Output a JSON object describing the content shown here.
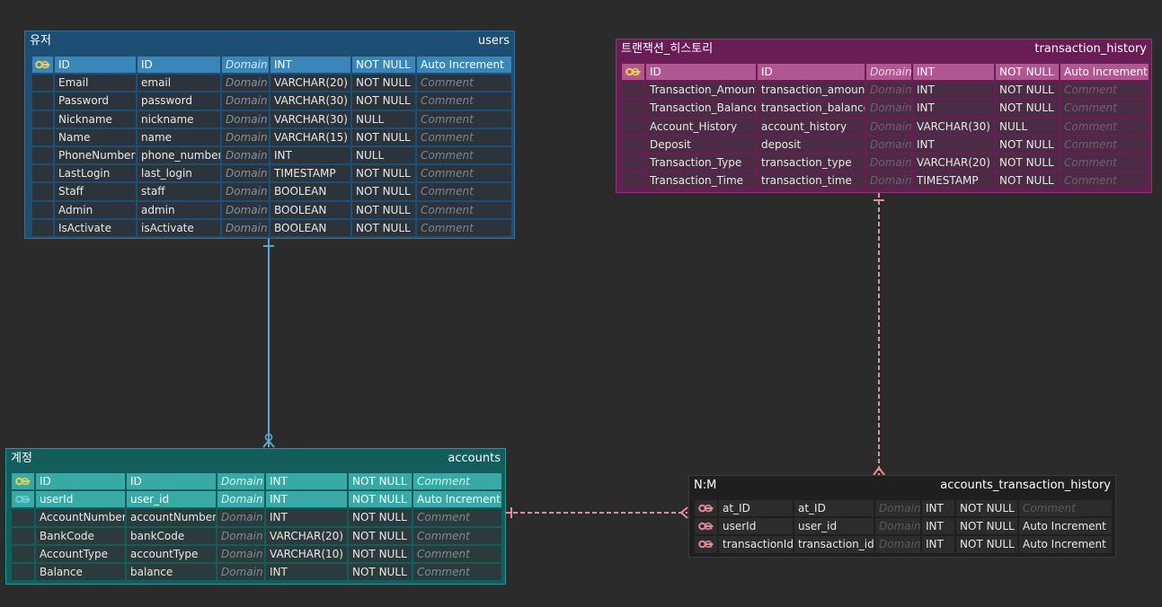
{
  "colors": {
    "background": "#2b2b2b",
    "users": "#1c4f73",
    "transaction_history": "#6a1c55",
    "accounts": "#135e5c",
    "accounts_transaction_history": "#1f1f1f",
    "relation_users_accounts": "#5aa9c9",
    "relation_history": "#e48f92",
    "key_primary": "#e7d24b",
    "key_foreign": "#63d6d0",
    "key_composite": "#e08b96"
  },
  "tables": {
    "users": {
      "logical_name": "유저",
      "physical_name": "users",
      "rows": [
        {
          "key": "primary",
          "logical": "ID",
          "physical": "ID",
          "domain": "Domain",
          "type": "INT",
          "null": "NOT NULL",
          "extra": "Auto Increment"
        },
        {
          "key": "",
          "logical": "Email",
          "physical": "email",
          "domain": "Domain",
          "type": "VARCHAR(20)",
          "null": "NOT NULL",
          "extra": "Comment"
        },
        {
          "key": "",
          "logical": "Password",
          "physical": "password",
          "domain": "Domain",
          "type": "VARCHAR(30)",
          "null": "NOT NULL",
          "extra": "Comment"
        },
        {
          "key": "",
          "logical": "Nickname",
          "physical": "nickname",
          "domain": "Domain",
          "type": "VARCHAR(30)",
          "null": "NULL",
          "extra": "Comment"
        },
        {
          "key": "",
          "logical": "Name",
          "physical": "name",
          "domain": "Domain",
          "type": "VARCHAR(15)",
          "null": "NOT NULL",
          "extra": "Comment"
        },
        {
          "key": "",
          "logical": "PhoneNumber",
          "physical": "phone_number",
          "domain": "Domain",
          "type": "INT",
          "null": "NULL",
          "extra": "Comment"
        },
        {
          "key": "",
          "logical": "LastLogin",
          "physical": "last_login",
          "domain": "Domain",
          "type": "TIMESTAMP",
          "null": "NOT NULL",
          "extra": "Comment"
        },
        {
          "key": "",
          "logical": "Staff",
          "physical": "staff",
          "domain": "Domain",
          "type": "BOOLEAN",
          "null": "NOT NULL",
          "extra": "Comment"
        },
        {
          "key": "",
          "logical": "Admin",
          "physical": "admin",
          "domain": "Domain",
          "type": "BOOLEAN",
          "null": "NOT NULL",
          "extra": "Comment"
        },
        {
          "key": "",
          "logical": "IsActivate",
          "physical": "isActivate",
          "domain": "Domain",
          "type": "BOOLEAN",
          "null": "NOT NULL",
          "extra": "Comment"
        }
      ]
    },
    "transaction_history": {
      "logical_name": "트랜잭션_히스토리",
      "physical_name": "transaction_history",
      "rows": [
        {
          "key": "primary",
          "logical": "ID",
          "physical": "ID",
          "domain": "Domain",
          "type": "INT",
          "null": "NOT NULL",
          "extra": "Auto Increment"
        },
        {
          "key": "",
          "logical": "Transaction_Amount",
          "physical": "transaction_amount",
          "domain": "Domain",
          "type": "INT",
          "null": "NOT NULL",
          "extra": "Comment"
        },
        {
          "key": "",
          "logical": "Transaction_Balance",
          "physical": "transaction_balance",
          "domain": "Domain",
          "type": "INT",
          "null": "NOT NULL",
          "extra": "Comment"
        },
        {
          "key": "",
          "logical": "Account_History",
          "physical": "account_history",
          "domain": "Domain",
          "type": "VARCHAR(30)",
          "null": "NULL",
          "extra": "Comment"
        },
        {
          "key": "",
          "logical": "Deposit",
          "physical": "deposit",
          "domain": "Domain",
          "type": "INT",
          "null": "NOT NULL",
          "extra": "Comment"
        },
        {
          "key": "",
          "logical": "Transaction_Type",
          "physical": "transaction_type",
          "domain": "Domain",
          "type": "VARCHAR(20)",
          "null": "NOT NULL",
          "extra": "Comment"
        },
        {
          "key": "",
          "logical": "Transaction_Time",
          "physical": "transaction_time",
          "domain": "Domain",
          "type": "TIMESTAMP",
          "null": "NOT NULL",
          "extra": "Comment"
        }
      ]
    },
    "accounts": {
      "logical_name": "계정",
      "physical_name": "accounts",
      "rows": [
        {
          "key": "primary",
          "logical": "ID",
          "physical": "ID",
          "domain": "Domain",
          "type": "INT",
          "null": "NOT NULL",
          "extra": "Comment"
        },
        {
          "key": "foreign",
          "logical": "userId",
          "physical": "user_id",
          "domain": "Domain",
          "type": "INT",
          "null": "NOT NULL",
          "extra": "Auto Increment"
        },
        {
          "key": "",
          "logical": "AccountNumber",
          "physical": "accountNumber",
          "domain": "Domain",
          "type": "INT",
          "null": "NOT NULL",
          "extra": "Comment"
        },
        {
          "key": "",
          "logical": "BankCode",
          "physical": "bankCode",
          "domain": "Domain",
          "type": "VARCHAR(20)",
          "null": "NOT NULL",
          "extra": "Comment"
        },
        {
          "key": "",
          "logical": "AccountType",
          "physical": "accountType",
          "domain": "Domain",
          "type": "VARCHAR(10)",
          "null": "NOT NULL",
          "extra": "Comment"
        },
        {
          "key": "",
          "logical": "Balance",
          "physical": "balance",
          "domain": "Domain",
          "type": "INT",
          "null": "NOT NULL",
          "extra": "Comment"
        }
      ]
    },
    "accounts_transaction_history": {
      "logical_name": "N:M",
      "physical_name": "accounts_transaction_history",
      "rows": [
        {
          "key": "composite",
          "logical": "at_ID",
          "physical": "at_ID",
          "domain": "Domain",
          "type": "INT",
          "null": "NOT NULL",
          "extra": "Comment"
        },
        {
          "key": "composite",
          "logical": "userId",
          "physical": "user_id",
          "domain": "Domain",
          "type": "INT",
          "null": "NOT NULL",
          "extra": "Auto Increment"
        },
        {
          "key": "composite",
          "logical": "transactionId",
          "physical": "transaction_id",
          "domain": "Domain",
          "type": "INT",
          "null": "NOT NULL",
          "extra": "Auto Increment"
        }
      ]
    }
  }
}
